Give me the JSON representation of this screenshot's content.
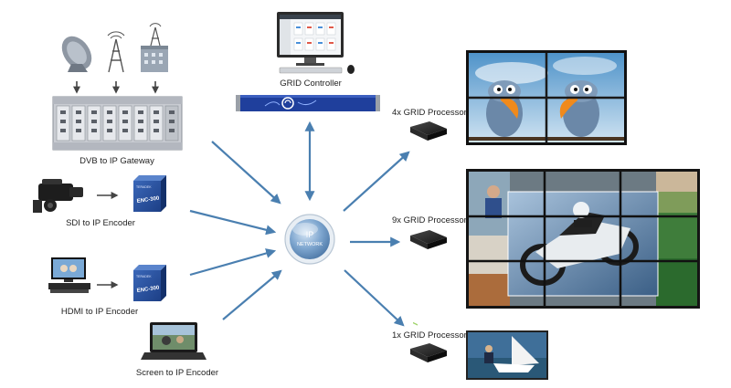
{
  "hub": {
    "line1": "IP",
    "line2": "NETWORK"
  },
  "labels": {
    "gateway": "DVB to IP Gateway",
    "sdi": "SDI to IP Encoder",
    "hdmi": "HDMI to IP Encoder",
    "screen": "Screen to IP Encoder",
    "controller": "GRID Controller",
    "proc4": "4x GRID Processor",
    "proc9": "9x GRID Processor",
    "proc1": "1x GRID Processor"
  },
  "device_text": {
    "enc_model": "ENC-300",
    "brand": "TERADEK"
  },
  "colors": {
    "arrow": "#4a7fb0",
    "hub": "#6a93bf",
    "rack": "#c9ccd2"
  }
}
